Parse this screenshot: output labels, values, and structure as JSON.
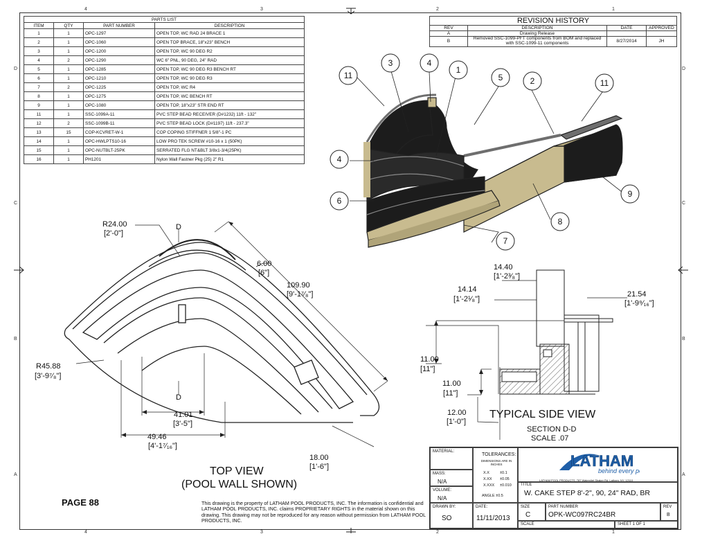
{
  "zones": {
    "top": [
      "4",
      "3",
      "2",
      "1"
    ],
    "bottom": [
      "4",
      "3",
      "2",
      "1"
    ],
    "left": [
      "D",
      "C",
      "B",
      "A"
    ],
    "right": [
      "D",
      "C",
      "B",
      "A"
    ]
  },
  "parts_list": {
    "caption": "PARTS LIST",
    "headers": [
      "ITEM",
      "QTY",
      "PART NUMBER",
      "DESCRIPTION"
    ],
    "rows": [
      [
        "1",
        "1",
        "OPC-1297",
        "OPEN TOP, WC RAD 24 BRACE 1"
      ],
      [
        "2",
        "1",
        "OPC-1060",
        "OPEN TOP BRACE, 18\"x23\" BENCH"
      ],
      [
        "3",
        "1",
        "OPC-1200",
        "OPEN TOP, WC 90 DEG R2"
      ],
      [
        "4",
        "2",
        "OPC-1290",
        "WC 6\" PNL, 90 DEG, 24\" RAD"
      ],
      [
        "5",
        "1",
        "OPC-1285",
        "OPEN TOP, WC 90 DEG R3 BENCH RT"
      ],
      [
        "6",
        "1",
        "OPC-1210",
        "OPEN TOP, WC 90 DEG R3"
      ],
      [
        "7",
        "2",
        "OPC-1225",
        "OPEN TOP, WC R4"
      ],
      [
        "8",
        "1",
        "OPC-1275",
        "OPEN TOP, WC BENCH RT"
      ],
      [
        "9",
        "1",
        "OPC-1080",
        "OPEN TOP, 18\"x23\" STR END RT"
      ],
      [
        "11",
        "1",
        "SSC-1099A-11",
        "PVC STEP BEAD RECEIVER (D#1232) 11ft - 132\""
      ],
      [
        "12",
        "2",
        "SSC-1099B-11",
        "PVC STEP BEAD LOCK (D#1197) 11ft - 237.3\""
      ],
      [
        "13",
        "15",
        "COP-KCVRET-W-1",
        "COP COPING STIFFNER 1 5/8\"-1 PC"
      ],
      [
        "14",
        "1",
        "OPC-HWLPTS10-16",
        "LOW PRO TEK SCREW #10-16 x 1 (50PK)"
      ],
      [
        "15",
        "1",
        "OPC-NUTBLT-25PK",
        "SERRATED FLG NT&BLT 3/8x1-3/4(25PK)"
      ],
      [
        "16",
        "1",
        "PH1201",
        "Nylon Wall Fastner Pkg (25) 2\" R1"
      ]
    ]
  },
  "revision_history": {
    "caption": "REVISION HISTORY",
    "headers": [
      "REV",
      "DESCRIPTION",
      "DATE",
      "APPROVED"
    ],
    "rows": [
      [
        "A",
        "Drawing Release",
        "",
        ""
      ],
      [
        "B",
        "Removed SSC-1099-PFT components from BOM and replaced with SSC-1099-11 components",
        "8/27/2014",
        "JH"
      ]
    ]
  },
  "balloons": [
    "11",
    "3",
    "4",
    "1",
    "5",
    "2",
    "11",
    "4",
    "6",
    "7",
    "8",
    "9"
  ],
  "top_view": {
    "dims": {
      "r24": "R24.00",
      "r24_ft": "[2'-0\"]",
      "d_top": "D",
      "d_bottom": "D",
      "w6": "6.00",
      "w6_in": "[6\"]",
      "len": "109.90",
      "len_ft": "[9'-1⁷⁄₈\"]",
      "r45": "R45.88",
      "r45_ft": "[3'-9⁷⁄₈\"]",
      "w41": "41.01",
      "w41_ft": "[3'-5\"]",
      "w49": "49.46",
      "w49_ft": "[4'-1⁷⁄₁₆\"]",
      "w18": "18.00",
      "w18_ft": "[1'-6\"]"
    },
    "title": "TOP VIEW",
    "subtitle": "(POOL WALL SHOWN)"
  },
  "side_view": {
    "dims": {
      "a": "14.40",
      "a_ft": "[1'-2³⁄₈\"]",
      "b": "14.14",
      "b_ft": "[1'-2¹⁄₈\"]",
      "c": "21.54",
      "c_ft": "[1'-9⁹⁄₁₆\"]",
      "d": "11.00",
      "d_in": "[11\"]",
      "e": "11.00",
      "e_in": "[11\"]",
      "f": "12.00",
      "f_ft": "[1'-0\"]"
    },
    "title": "TYPICAL SIDE VIEW",
    "section": "SECTION D-D",
    "scale": "SCALE .07"
  },
  "page_label": "PAGE 88",
  "disclaimer": "This drawing is the property of LATHAM POOL PRODUCTS, INC. The information is confidential and LATHAM POOL PRODUCTS, INC. claims PROPRIETARY RIGHTS in the material shown on this drawing. This drawing may not be reproduced for any reason without permission from LATHAM POOL PRODUCTS, INC.",
  "title_block": {
    "material_label": "MATERIAL:",
    "mass_label": "MASS:",
    "mass_value": "N/A",
    "volume_label": "VOLUME:",
    "volume_value": "N/A",
    "drawn_by_label": "DRAWN BY:",
    "drawn_by_value": "SO",
    "date_label": "DATE:",
    "date_value": "11/11/2013",
    "tolerances_label": "TOLERANCES:",
    "tolerances_sub": "DIMENSIONS ARE IN INCHES",
    "tol_rows": [
      [
        "X.X",
        "±0.1"
      ],
      [
        "X.XX",
        "±0.05"
      ],
      [
        "X.XXX",
        "±0.010"
      ]
    ],
    "angle": "ANGLE  ±0.5",
    "logo": "LATHAM",
    "tagline": "behind every pool",
    "address": "LATHAM POOL PRODUCTS, 787 Watervliet Shaker Rd, Latham, NY, 12110",
    "title_label": "TITLE",
    "title_value": "W. CAKE STEP 8'-2\", 90, 24\" RAD, BR",
    "size_label": "SIZE",
    "size_value": "C",
    "part_label": "PART NUMBER",
    "part_value": "OPK-WC097RC24BR",
    "rev_label": "REV",
    "rev_value": "B",
    "scale_label": "SCALE",
    "sheet": "SHEET 1  OF 1"
  },
  "colors": {
    "panel_tan": "#c8bb8f",
    "panel_dark": "#1c1c1c",
    "coping": "#6e6e6e",
    "logo_blue": "#1f5fa8"
  }
}
